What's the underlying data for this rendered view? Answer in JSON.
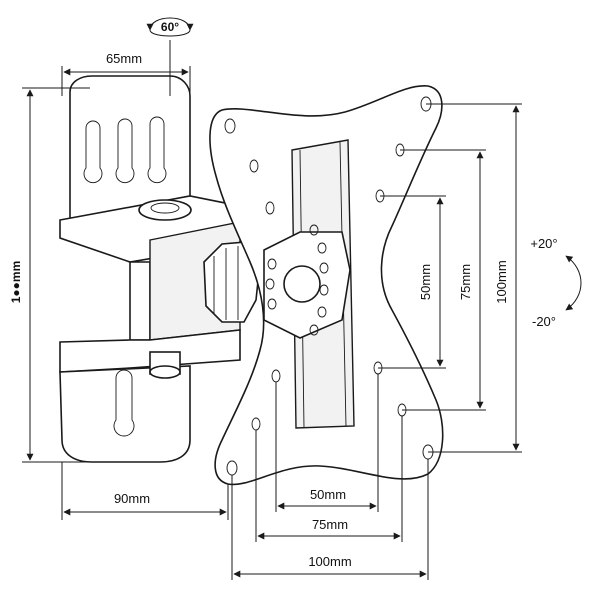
{
  "dimensions": {
    "rotation_top": "60°",
    "wall_plate_width": "65mm",
    "wall_plate_height": "1●●mm",
    "arm_depth": "90mm",
    "vesa_h_50": "50mm",
    "vesa_h_75": "75mm",
    "vesa_h_100": "100mm",
    "vesa_v_50": "50mm",
    "vesa_v_75": "75mm",
    "vesa_v_100": "100mm",
    "tilt_up": "+20°",
    "tilt_down": "-20°"
  }
}
